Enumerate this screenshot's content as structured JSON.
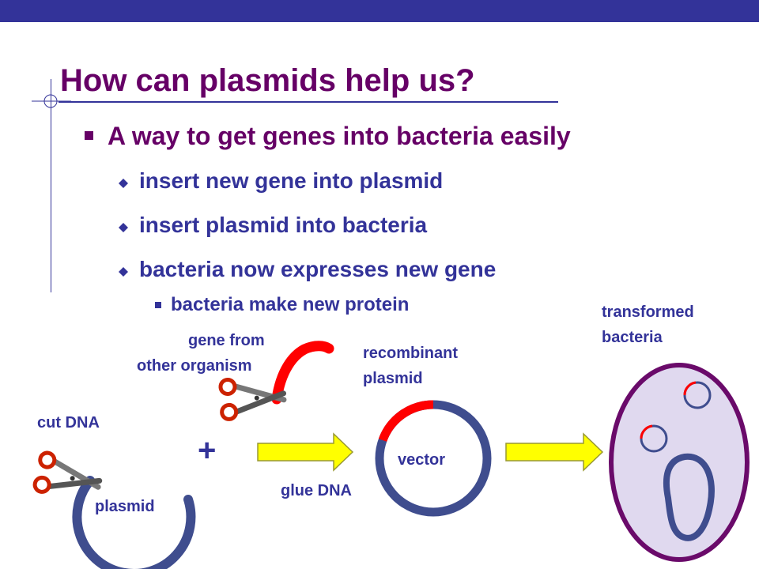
{
  "title": "How can plasmids help us?",
  "bullets": {
    "main": "A way to get genes into bacteria easily",
    "sub": [
      "insert new gene into plasmid",
      "insert plasmid into bacteria",
      "bacteria now expresses new gene"
    ],
    "subsub": "bacteria make new protein"
  },
  "diagram": {
    "gene_label_line1": "gene from",
    "gene_label_line2": "other organism",
    "cut_dna": "cut DNA",
    "plus": "+",
    "plasmid": "plasmid",
    "glue_dna": "glue DNA",
    "recombinant_line1": "recombinant",
    "recombinant_line2": "plasmid",
    "vector": "vector",
    "transformed_line1": "transformed",
    "transformed_line2": "bacteria",
    "icons": [
      "scissors-icon",
      "arrow-right-icon",
      "plasmid-ring-icon",
      "bacterium-cell-icon"
    ],
    "colors": {
      "title": "#660066",
      "text": "#333399",
      "dna_ring": "#3f4d8e",
      "gene": "#ff0000",
      "arrow": "#ffff00",
      "cell_fill": "#e0d9ef",
      "cell_border": "#6a0a6a"
    }
  }
}
